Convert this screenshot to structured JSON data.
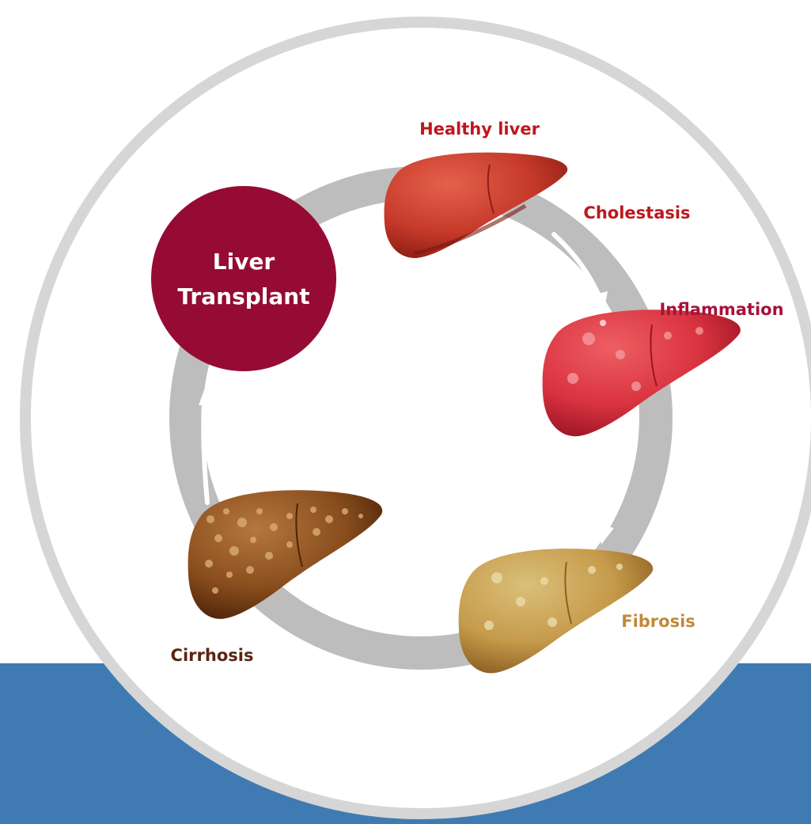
{
  "center_node": {
    "line1": "Liver",
    "line2": "Transplant",
    "color": "#950B34"
  },
  "stages": {
    "healthy": {
      "label": "Healthy liver",
      "color": "#C0161C"
    },
    "cholestasis": {
      "label": "Cholestasis",
      "color": "#C0161C"
    },
    "inflammation": {
      "label": "Inflammation",
      "color": "#A8123A"
    },
    "fibrosis": {
      "label": "Fibrosis",
      "color": "#C08A3A"
    },
    "cirrhosis": {
      "label": "Cirrhosis",
      "color": "#5A2412"
    }
  },
  "colors": {
    "background_band": "#3F7BB2",
    "outer_disc": "#FFFFFF",
    "outer_ring": "#D6D6D6",
    "cycle_ring": "#BDBDBD",
    "arrow": "#FFFFFF"
  }
}
